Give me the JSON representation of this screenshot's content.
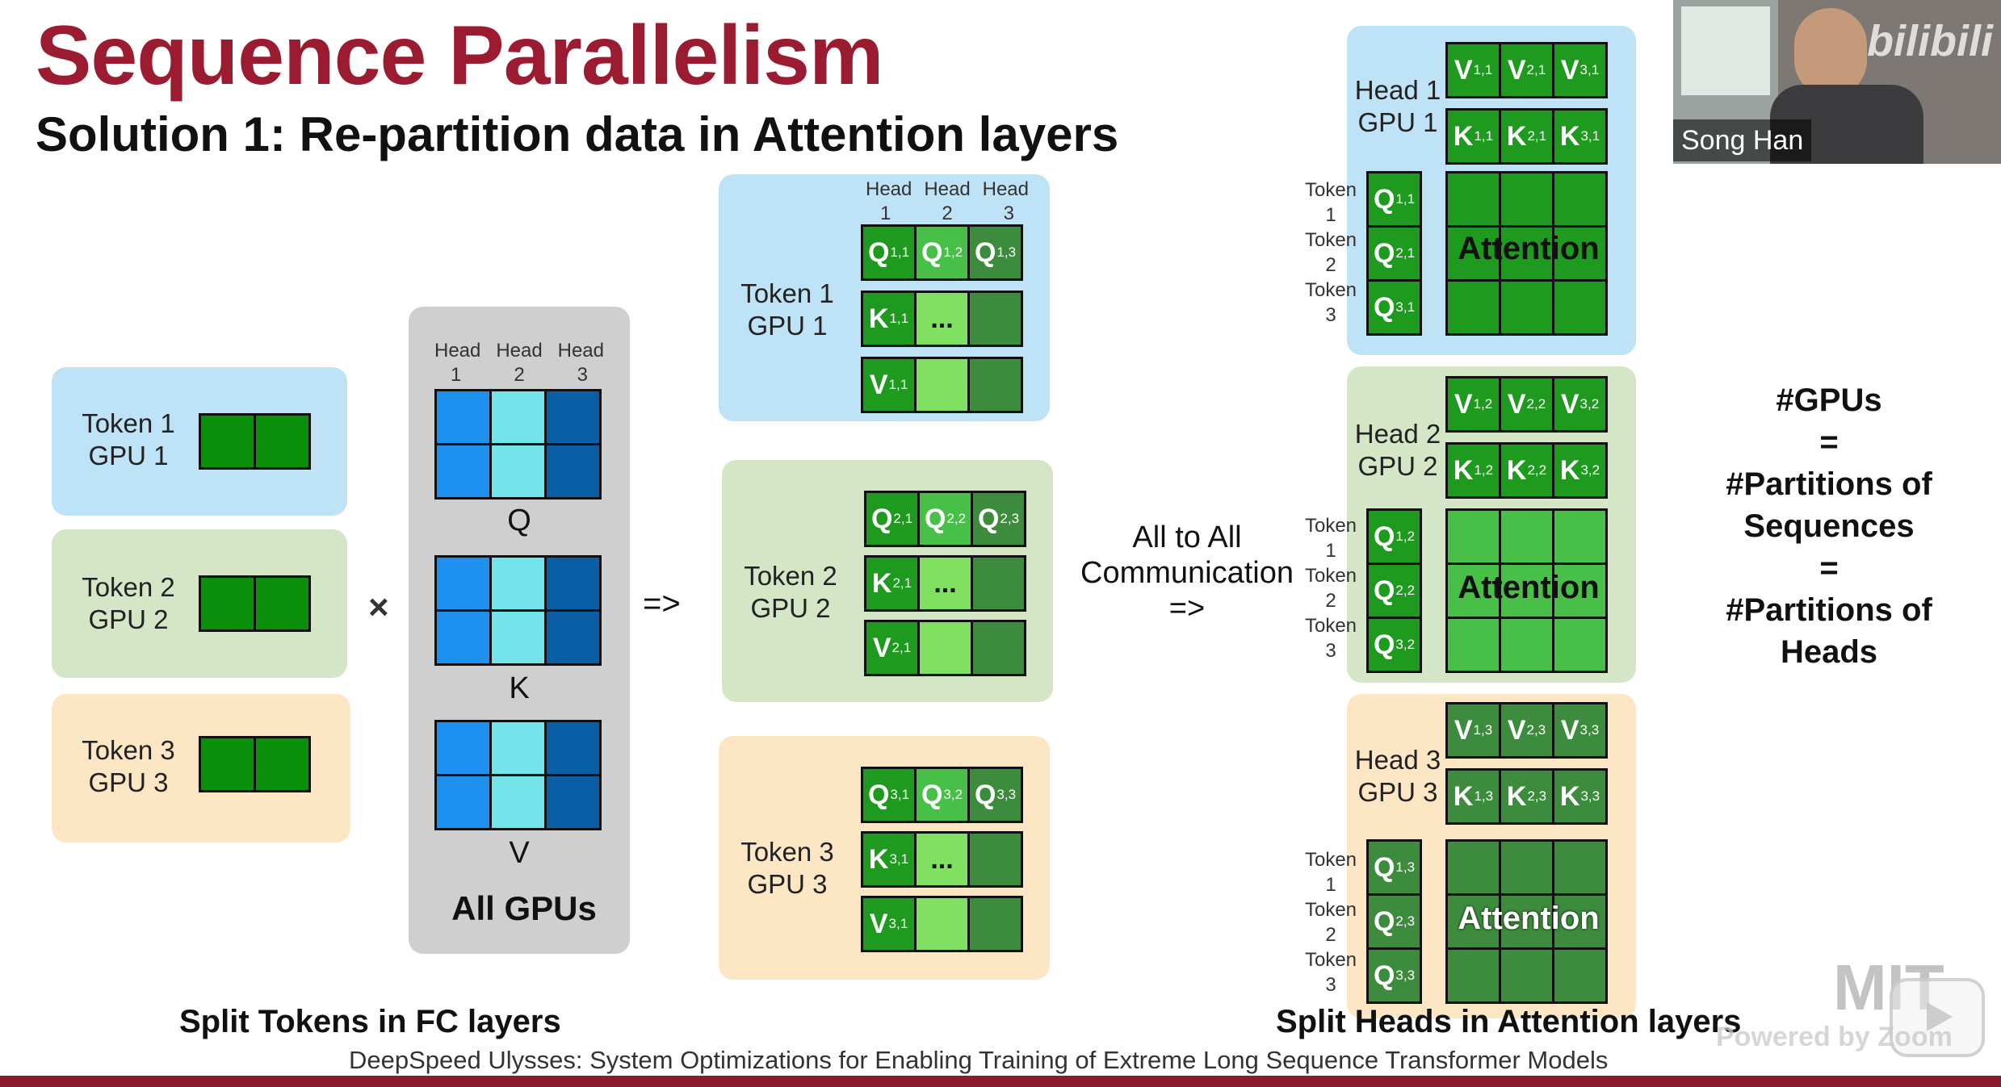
{
  "title": "Sequence Parallelism",
  "subtitle": "Solution 1: Re-partition data in Attention layers",
  "left": {
    "rows": [
      {
        "token": "Token 1",
        "gpu": "GPU 1"
      },
      {
        "token": "Token 2",
        "gpu": "GPU 2"
      },
      {
        "token": "Token 3",
        "gpu": "GPU 3"
      }
    ],
    "times": "×",
    "arrow": "=>",
    "caption": "Split Tokens in FC layers"
  },
  "weights": {
    "head_labels": [
      "Head",
      "Head",
      "Head"
    ],
    "head_nums": [
      "1",
      "2",
      "3"
    ],
    "q": "Q",
    "k": "K",
    "v": "V",
    "footer": "All GPUs"
  },
  "middle": {
    "head_labels": [
      "Head",
      "Head",
      "Head"
    ],
    "head_nums": [
      "1",
      "2",
      "3"
    ],
    "panels": [
      {
        "token": "Token 1",
        "gpu": "GPU 1",
        "q": [
          "Q",
          "Q",
          "Q"
        ],
        "qsub": [
          "1,1",
          "1,2",
          "1,3"
        ],
        "k": "K",
        "ksub": "1,1",
        "v": "V",
        "vsub": "1,1",
        "dots": "..."
      },
      {
        "token": "Token 2",
        "gpu": "GPU 2",
        "q": [
          "Q",
          "Q",
          "Q"
        ],
        "qsub": [
          "2,1",
          "2,2",
          "2,3"
        ],
        "k": "K",
        "ksub": "2,1",
        "v": "V",
        "vsub": "2,1",
        "dots": "..."
      },
      {
        "token": "Token 3",
        "gpu": "GPU 3",
        "q": [
          "Q",
          "Q",
          "Q"
        ],
        "qsub": [
          "3,1",
          "3,2",
          "3,3"
        ],
        "k": "K",
        "ksub": "3,1",
        "v": "V",
        "vsub": "3,1",
        "dots": "..."
      }
    ]
  },
  "comm": {
    "line1": "All to All",
    "line2": "Communication",
    "arrow": "=>"
  },
  "right": {
    "token_label": "Token",
    "token_nums": [
      "1",
      "2",
      "3"
    ],
    "attention": "Attention",
    "caption": "Split Heads in Attention layers",
    "panels": [
      {
        "head": "Head 1",
        "gpu": "GPU 1",
        "vsub": [
          "1,1",
          "2,1",
          "3,1"
        ],
        "ksub": [
          "1,1",
          "2,1",
          "3,1"
        ],
        "qsub": [
          "1,1",
          "2,1",
          "3,1"
        ]
      },
      {
        "head": "Head 2",
        "gpu": "GPU 2",
        "vsub": [
          "1,2",
          "2,2",
          "3,2"
        ],
        "ksub": [
          "1,2",
          "2,2",
          "3,2"
        ],
        "qsub": [
          "1,2",
          "2,2",
          "3,2"
        ]
      },
      {
        "head": "Head 3",
        "gpu": "GPU 3",
        "vsub": [
          "1,3",
          "2,3",
          "3,3"
        ],
        "ksub": [
          "1,3",
          "2,3",
          "3,3"
        ],
        "qsub": [
          "1,3",
          "2,3",
          "3,3"
        ]
      }
    ]
  },
  "equation": [
    "#GPUs",
    "=",
    "#Partitions of",
    "Sequences",
    "=",
    "#Partitions of",
    "Heads"
  ],
  "reference": "DeepSpeed Ulysses: System Optimizations for Enabling Training of Extreme Long Sequence Transformer Models",
  "overlay": {
    "speaker": "Song Han",
    "brand": "bilibili",
    "watermark": "MIT",
    "zoom": "Powered by Zoom"
  }
}
